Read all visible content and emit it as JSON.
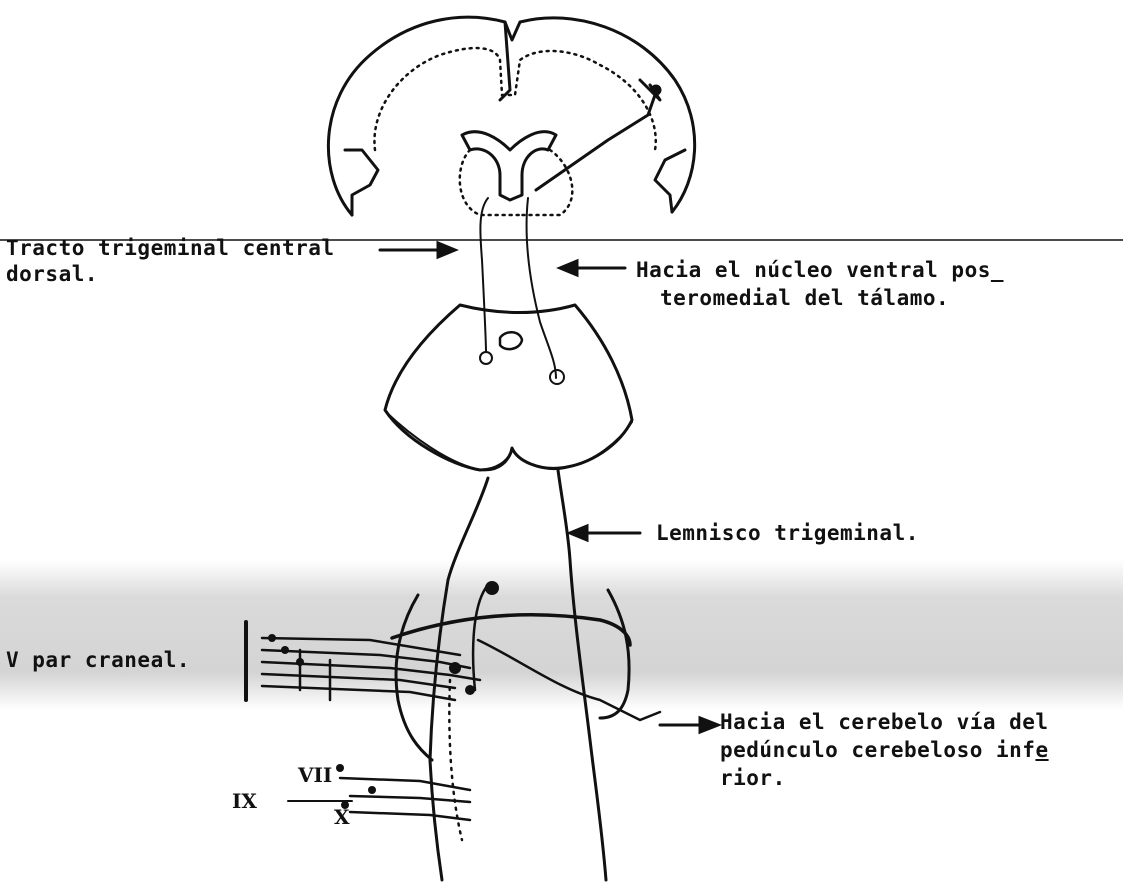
{
  "labels": {
    "tracto_line1": "Tracto trigeminal central",
    "tracto_line2": "dorsal.",
    "hacia_nucleo_line1": "Hacia el núcleo ventral pos_",
    "hacia_nucleo_line2": "teromedial del tálamo.",
    "lemnisco": "Lemnisco trigeminal.",
    "v_par": "V par craneal.",
    "cerebelo_line1": "Hacia el cerebelo vía del",
    "cerebelo_line2_a": "pedúnculo cerebeloso inf",
    "cerebelo_line2_b": "e",
    "cerebelo_line3": "rior.",
    "nerve_vii": "VII",
    "nerve_ix": "IX",
    "nerve_x": "X"
  },
  "colors": {
    "ink": "#111111",
    "paper": "#ffffff",
    "scan_band": "#d9d9d9"
  }
}
